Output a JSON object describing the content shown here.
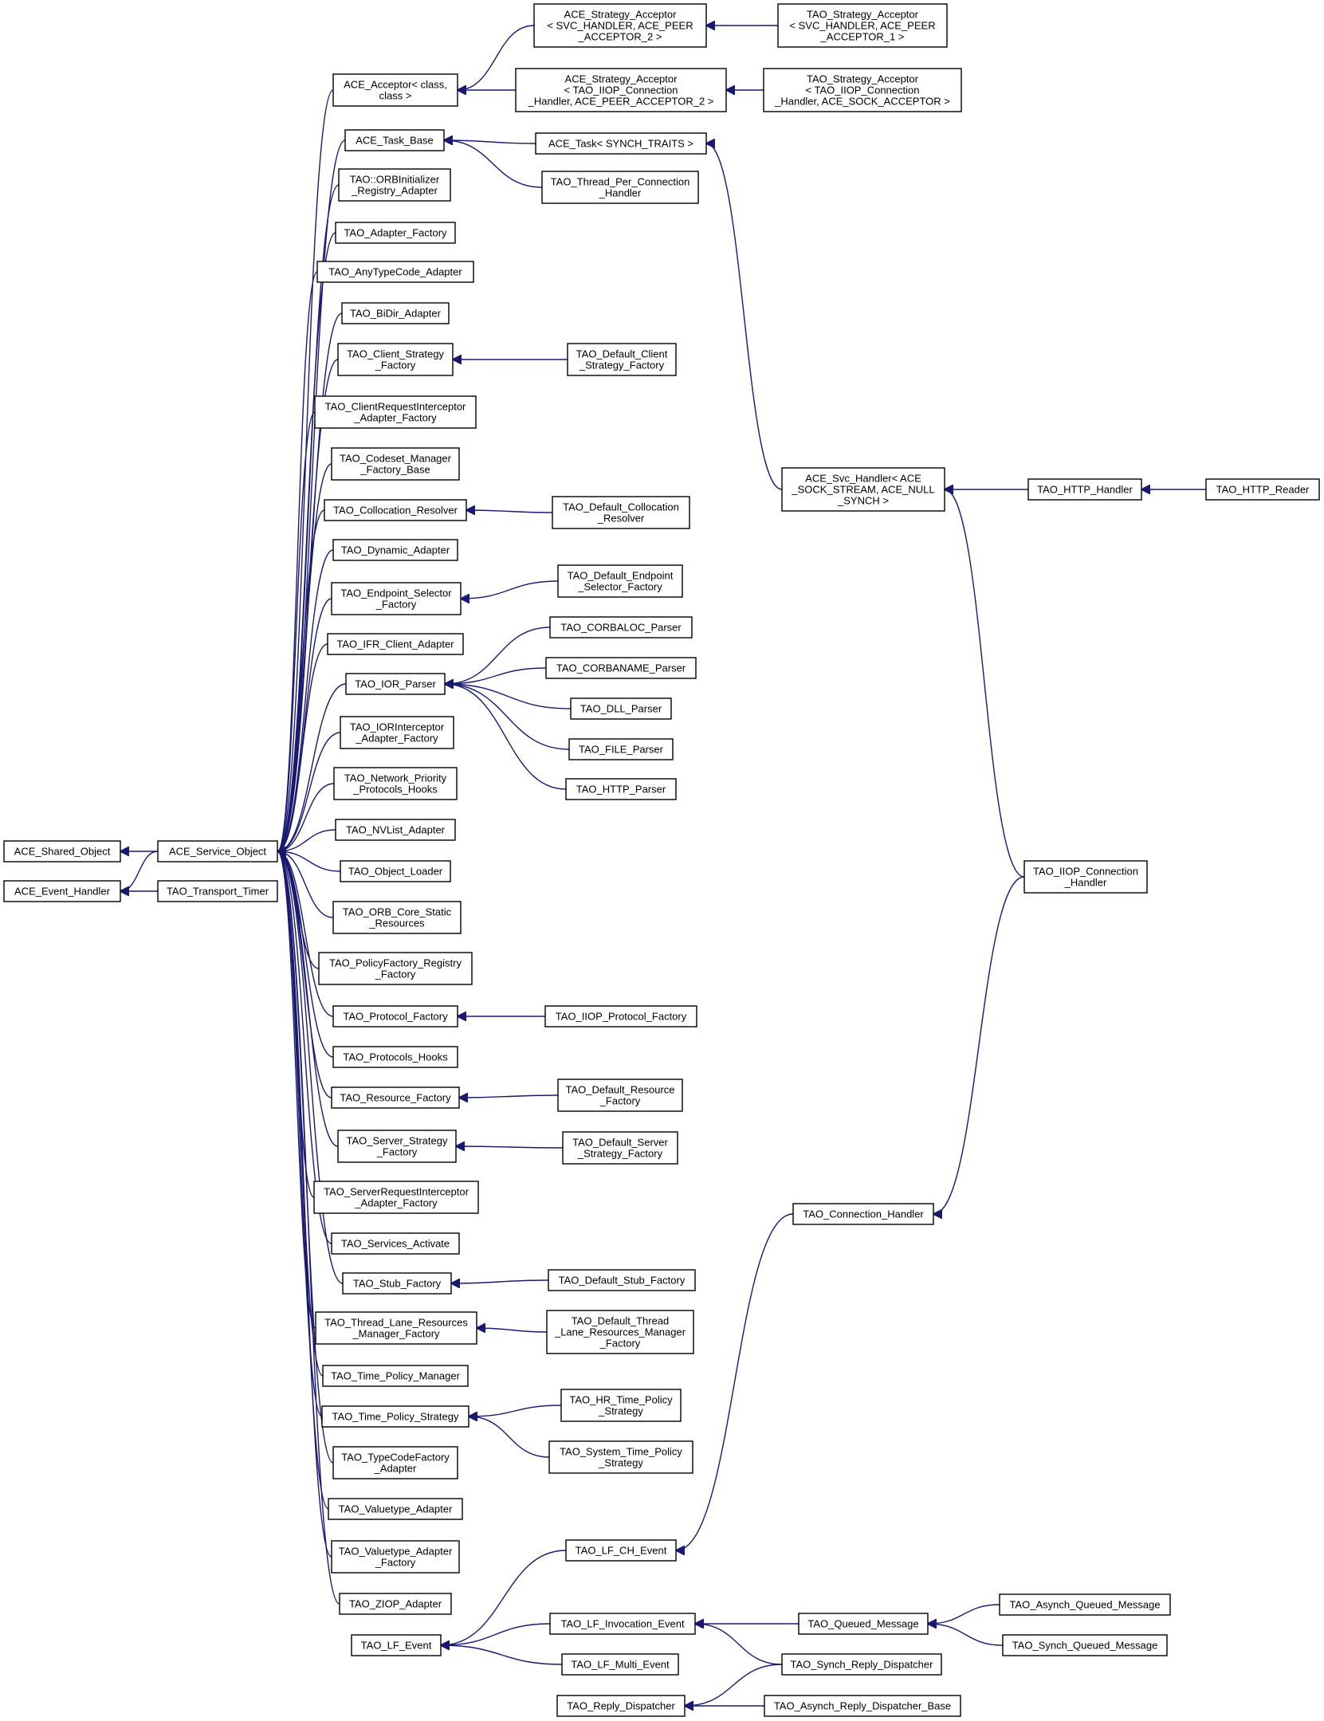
{
  "diagram": {
    "type": "class-inheritance-graph",
    "nodes": [
      {
        "id": "ace_shared_object",
        "label": "ACE_Shared_Object"
      },
      {
        "id": "ace_event_handler",
        "label": "ACE_Event_Handler"
      },
      {
        "id": "ace_service_object",
        "label": "ACE_Service_Object"
      },
      {
        "id": "tao_transport_timer",
        "label": "TAO_Transport_Timer"
      },
      {
        "id": "ace_acceptor",
        "label": "ACE_Acceptor< class,\nclass >"
      },
      {
        "id": "ace_strategy_acceptor_1",
        "label": "ACE_Strategy_Acceptor\n< SVC_HANDLER, ACE_PEER\n_ACCEPTOR_2 >"
      },
      {
        "id": "tao_strategy_acceptor_1",
        "label": "TAO_Strategy_Acceptor\n< SVC_HANDLER, ACE_PEER\n_ACCEPTOR_1 >"
      },
      {
        "id": "ace_strategy_acceptor_2",
        "label": "ACE_Strategy_Acceptor\n< TAO_IIOP_Connection\n_Handler, ACE_PEER_ACCEPTOR_2 >"
      },
      {
        "id": "tao_strategy_acceptor_2",
        "label": "TAO_Strategy_Acceptor\n< TAO_IIOP_Connection\n_Handler, ACE_SOCK_ACCEPTOR >"
      },
      {
        "id": "ace_task_base",
        "label": "ACE_Task_Base"
      },
      {
        "id": "ace_task",
        "label": "ACE_Task< SYNCH_TRAITS >"
      },
      {
        "id": "tao_thread_per_connection_handler",
        "label": "TAO_Thread_Per_Connection\n_Handler"
      },
      {
        "id": "ace_svc_handler",
        "label": "ACE_Svc_Handler< ACE\n_SOCK_STREAM, ACE_NULL\n_SYNCH >"
      },
      {
        "id": "tao_http_handler",
        "label": "TAO_HTTP_Handler"
      },
      {
        "id": "tao_http_reader",
        "label": "TAO_HTTP_Reader"
      },
      {
        "id": "tao_iiop_connection_handler",
        "label": "TAO_IIOP_Connection\n_Handler"
      },
      {
        "id": "tao_connection_handler",
        "label": "TAO_Connection_Handler"
      },
      {
        "id": "tao_orbinitializer_registry_adapter",
        "label": "TAO::ORBInitializer\n_Registry_Adapter"
      },
      {
        "id": "tao_adapter_factory",
        "label": "TAO_Adapter_Factory"
      },
      {
        "id": "tao_anytypecode_adapter",
        "label": "TAO_AnyTypeCode_Adapter"
      },
      {
        "id": "tao_bidir_adapter",
        "label": "TAO_BiDir_Adapter"
      },
      {
        "id": "tao_client_strategy_factory",
        "label": "TAO_Client_Strategy\n_Factory"
      },
      {
        "id": "tao_default_client_strategy_factory",
        "label": "TAO_Default_Client\n_Strategy_Factory"
      },
      {
        "id": "tao_clientrequestinterceptor_adapter_factory",
        "label": "TAO_ClientRequestInterceptor\n_Adapter_Factory"
      },
      {
        "id": "tao_codeset_manager_factory_base",
        "label": "TAO_Codeset_Manager\n_Factory_Base"
      },
      {
        "id": "tao_collocation_resolver",
        "label": "TAO_Collocation_Resolver"
      },
      {
        "id": "tao_default_collocation_resolver",
        "label": "TAO_Default_Collocation\n_Resolver"
      },
      {
        "id": "tao_dynamic_adapter",
        "label": "TAO_Dynamic_Adapter"
      },
      {
        "id": "tao_endpoint_selector_factory",
        "label": "TAO_Endpoint_Selector\n_Factory"
      },
      {
        "id": "tao_default_endpoint_selector_factory",
        "label": "TAO_Default_Endpoint\n_Selector_Factory"
      },
      {
        "id": "tao_ifr_client_adapter",
        "label": "TAO_IFR_Client_Adapter"
      },
      {
        "id": "tao_ior_parser",
        "label": "TAO_IOR_Parser"
      },
      {
        "id": "tao_corbaloc_parser",
        "label": "TAO_CORBALOC_Parser"
      },
      {
        "id": "tao_corbaname_parser",
        "label": "TAO_CORBANAME_Parser"
      },
      {
        "id": "tao_dll_parser",
        "label": "TAO_DLL_Parser"
      },
      {
        "id": "tao_file_parser",
        "label": "TAO_FILE_Parser"
      },
      {
        "id": "tao_http_parser",
        "label": "TAO_HTTP_Parser"
      },
      {
        "id": "tao_iorinterceptor_adapter_factory",
        "label": "TAO_IORInterceptor\n_Adapter_Factory"
      },
      {
        "id": "tao_network_priority_protocols_hooks",
        "label": "TAO_Network_Priority\n_Protocols_Hooks"
      },
      {
        "id": "tao_nvlist_adapter",
        "label": "TAO_NVList_Adapter"
      },
      {
        "id": "tao_object_loader",
        "label": "TAO_Object_Loader"
      },
      {
        "id": "tao_orb_core_static_resources",
        "label": "TAO_ORB_Core_Static\n_Resources"
      },
      {
        "id": "tao_policyfactory_registry_factory",
        "label": "TAO_PolicyFactory_Registry\n_Factory"
      },
      {
        "id": "tao_protocol_factory",
        "label": "TAO_Protocol_Factory"
      },
      {
        "id": "tao_iiop_protocol_factory",
        "label": "TAO_IIOP_Protocol_Factory"
      },
      {
        "id": "tao_protocols_hooks",
        "label": "TAO_Protocols_Hooks"
      },
      {
        "id": "tao_resource_factory",
        "label": "TAO_Resource_Factory"
      },
      {
        "id": "tao_default_resource_factory",
        "label": "TAO_Default_Resource\n_Factory"
      },
      {
        "id": "tao_server_strategy_factory",
        "label": "TAO_Server_Strategy\n_Factory"
      },
      {
        "id": "tao_default_server_strategy_factory",
        "label": "TAO_Default_Server\n_Strategy_Factory"
      },
      {
        "id": "tao_serverrequestinterceptor_adapter_factory",
        "label": "TAO_ServerRequestInterceptor\n_Adapter_Factory"
      },
      {
        "id": "tao_services_activate",
        "label": "TAO_Services_Activate"
      },
      {
        "id": "tao_stub_factory",
        "label": "TAO_Stub_Factory"
      },
      {
        "id": "tao_default_stub_factory",
        "label": "TAO_Default_Stub_Factory"
      },
      {
        "id": "tao_thread_lane_resources_manager_factory",
        "label": "TAO_Thread_Lane_Resources\n_Manager_Factory"
      },
      {
        "id": "tao_default_thread_lane_resources_manager_factory",
        "label": "TAO_Default_Thread\n_Lane_Resources_Manager\n_Factory"
      },
      {
        "id": "tao_time_policy_manager",
        "label": "TAO_Time_Policy_Manager"
      },
      {
        "id": "tao_time_policy_strategy",
        "label": "TAO_Time_Policy_Strategy"
      },
      {
        "id": "tao_hr_time_policy_strategy",
        "label": "TAO_HR_Time_Policy\n_Strategy"
      },
      {
        "id": "tao_system_time_policy_strategy",
        "label": "TAO_System_Time_Policy\n_Strategy"
      },
      {
        "id": "tao_typecodefactory_adapter",
        "label": "TAO_TypeCodeFactory\n_Adapter"
      },
      {
        "id": "tao_valuetype_adapter",
        "label": "TAO_Valuetype_Adapter"
      },
      {
        "id": "tao_valuetype_adapter_factory",
        "label": "TAO_Valuetype_Adapter\n_Factory"
      },
      {
        "id": "tao_ziop_adapter",
        "label": "TAO_ZIOP_Adapter"
      },
      {
        "id": "tao_lf_event",
        "label": "TAO_LF_Event"
      },
      {
        "id": "tao_lf_ch_event",
        "label": "TAO_LF_CH_Event"
      },
      {
        "id": "tao_lf_invocation_event",
        "label": "TAO_LF_Invocation_Event"
      },
      {
        "id": "tao_lf_multi_event",
        "label": "TAO_LF_Multi_Event"
      },
      {
        "id": "tao_queued_message",
        "label": "TAO_Queued_Message"
      },
      {
        "id": "tao_asynch_queued_message",
        "label": "TAO_Asynch_Queued_Message"
      },
      {
        "id": "tao_synch_queued_message",
        "label": "TAO_Synch_Queued_Message"
      },
      {
        "id": "tao_synch_reply_dispatcher",
        "label": "TAO_Synch_Reply_Dispatcher"
      },
      {
        "id": "tao_reply_dispatcher",
        "label": "TAO_Reply_Dispatcher"
      },
      {
        "id": "tao_asynch_reply_dispatcher_base",
        "label": "TAO_Asynch_Reply_Dispatcher_Base"
      }
    ],
    "edges": [
      [
        "ace_service_object",
        "ace_shared_object"
      ],
      [
        "ace_service_object",
        "ace_event_handler"
      ],
      [
        "tao_transport_timer",
        "ace_event_handler"
      ],
      [
        "ace_acceptor",
        "ace_service_object"
      ],
      [
        "ace_strategy_acceptor_1",
        "ace_acceptor"
      ],
      [
        "ace_strategy_acceptor_2",
        "ace_acceptor"
      ],
      [
        "tao_strategy_acceptor_1",
        "ace_strategy_acceptor_1"
      ],
      [
        "tao_strategy_acceptor_2",
        "ace_strategy_acceptor_2"
      ],
      [
        "ace_task_base",
        "ace_service_object"
      ],
      [
        "ace_task",
        "ace_task_base"
      ],
      [
        "tao_thread_per_connection_handler",
        "ace_task_base"
      ],
      [
        "ace_svc_handler",
        "ace_task"
      ],
      [
        "tao_http_handler",
        "ace_svc_handler"
      ],
      [
        "tao_http_reader",
        "tao_http_handler"
      ],
      [
        "tao_iiop_connection_handler",
        "ace_svc_handler"
      ],
      [
        "tao_iiop_connection_handler",
        "tao_connection_handler"
      ],
      [
        "tao_connection_handler",
        "tao_lf_ch_event"
      ],
      [
        "tao_orbinitializer_registry_adapter",
        "ace_service_object"
      ],
      [
        "tao_adapter_factory",
        "ace_service_object"
      ],
      [
        "tao_anytypecode_adapter",
        "ace_service_object"
      ],
      [
        "tao_bidir_adapter",
        "ace_service_object"
      ],
      [
        "tao_client_strategy_factory",
        "ace_service_object"
      ],
      [
        "tao_default_client_strategy_factory",
        "tao_client_strategy_factory"
      ],
      [
        "tao_clientrequestinterceptor_adapter_factory",
        "ace_service_object"
      ],
      [
        "tao_codeset_manager_factory_base",
        "ace_service_object"
      ],
      [
        "tao_collocation_resolver",
        "ace_service_object"
      ],
      [
        "tao_default_collocation_resolver",
        "tao_collocation_resolver"
      ],
      [
        "tao_dynamic_adapter",
        "ace_service_object"
      ],
      [
        "tao_endpoint_selector_factory",
        "ace_service_object"
      ],
      [
        "tao_default_endpoint_selector_factory",
        "tao_endpoint_selector_factory"
      ],
      [
        "tao_ifr_client_adapter",
        "ace_service_object"
      ],
      [
        "tao_ior_parser",
        "ace_service_object"
      ],
      [
        "tao_corbaloc_parser",
        "tao_ior_parser"
      ],
      [
        "tao_corbaname_parser",
        "tao_ior_parser"
      ],
      [
        "tao_dll_parser",
        "tao_ior_parser"
      ],
      [
        "tao_file_parser",
        "tao_ior_parser"
      ],
      [
        "tao_http_parser",
        "tao_ior_parser"
      ],
      [
        "tao_iorinterceptor_adapter_factory",
        "ace_service_object"
      ],
      [
        "tao_network_priority_protocols_hooks",
        "ace_service_object"
      ],
      [
        "tao_nvlist_adapter",
        "ace_service_object"
      ],
      [
        "tao_object_loader",
        "ace_service_object"
      ],
      [
        "tao_orb_core_static_resources",
        "ace_service_object"
      ],
      [
        "tao_policyfactory_registry_factory",
        "ace_service_object"
      ],
      [
        "tao_protocol_factory",
        "ace_service_object"
      ],
      [
        "tao_iiop_protocol_factory",
        "tao_protocol_factory"
      ],
      [
        "tao_protocols_hooks",
        "ace_service_object"
      ],
      [
        "tao_resource_factory",
        "ace_service_object"
      ],
      [
        "tao_default_resource_factory",
        "tao_resource_factory"
      ],
      [
        "tao_server_strategy_factory",
        "ace_service_object"
      ],
      [
        "tao_default_server_strategy_factory",
        "tao_server_strategy_factory"
      ],
      [
        "tao_serverrequestinterceptor_adapter_factory",
        "ace_service_object"
      ],
      [
        "tao_services_activate",
        "ace_service_object"
      ],
      [
        "tao_stub_factory",
        "ace_service_object"
      ],
      [
        "tao_default_stub_factory",
        "tao_stub_factory"
      ],
      [
        "tao_thread_lane_resources_manager_factory",
        "ace_service_object"
      ],
      [
        "tao_default_thread_lane_resources_manager_factory",
        "tao_thread_lane_resources_manager_factory"
      ],
      [
        "tao_time_policy_manager",
        "ace_service_object"
      ],
      [
        "tao_time_policy_strategy",
        "ace_service_object"
      ],
      [
        "tao_hr_time_policy_strategy",
        "tao_time_policy_strategy"
      ],
      [
        "tao_system_time_policy_strategy",
        "tao_time_policy_strategy"
      ],
      [
        "tao_typecodefactory_adapter",
        "ace_service_object"
      ],
      [
        "tao_valuetype_adapter",
        "ace_service_object"
      ],
      [
        "tao_valuetype_adapter_factory",
        "ace_service_object"
      ],
      [
        "tao_ziop_adapter",
        "ace_service_object"
      ],
      [
        "tao_lf_ch_event",
        "tao_lf_event"
      ],
      [
        "tao_lf_invocation_event",
        "tao_lf_event"
      ],
      [
        "tao_lf_multi_event",
        "tao_lf_event"
      ],
      [
        "tao_queued_message",
        "tao_lf_invocation_event"
      ],
      [
        "tao_synch_reply_dispatcher",
        "tao_lf_invocation_event"
      ],
      [
        "tao_asynch_queued_message",
        "tao_queued_message"
      ],
      [
        "tao_synch_queued_message",
        "tao_queued_message"
      ],
      [
        "tao_synch_reply_dispatcher",
        "tao_reply_dispatcher"
      ],
      [
        "tao_asynch_reply_dispatcher_base",
        "tao_reply_dispatcher"
      ]
    ]
  }
}
